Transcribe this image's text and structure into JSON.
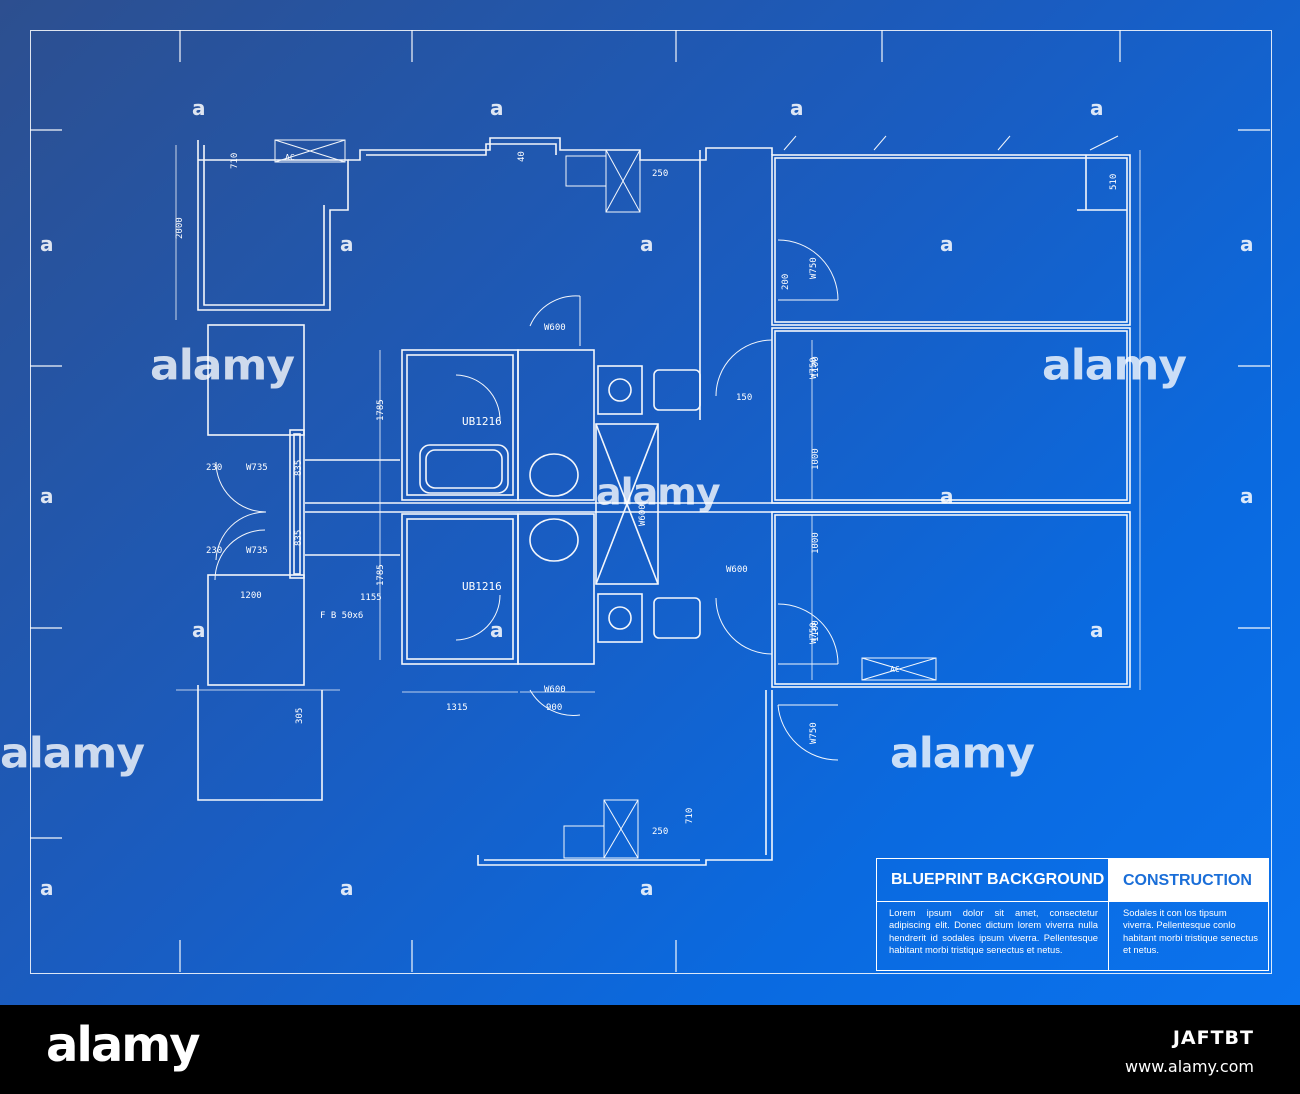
{
  "title_block": {
    "left_title": "BLUEPRINT BACKGROUND",
    "right_title": "CONSTRUCTION",
    "left_body": "Lorem ipsum dolor sit amet, consectetur adipiscing elit. Donec dictum lorem viverra nulla hendrerit id sodales ipsum viverra. Pellentesque habitant morbi tristique senectus et netus.",
    "right_body": "Sodales it con los tipsum viverra. Pellentesque conlo habitant morbi tristique senectus et netus."
  },
  "plan_labels": {
    "unit_a": "UB1216",
    "unit_b": "UB1216",
    "dim_2000": "2000",
    "dim_1785_top": "1785",
    "dim_1785_bottom": "1785",
    "dim_1155": "1155",
    "dim_1315": "1315",
    "dim_1000_a": "1000",
    "dim_1000_b": "1000",
    "dim_1100_a": "1100",
    "dim_1100_b": "1100",
    "dim_835_a": "835",
    "dim_835_b": "835",
    "w735_a": "W735",
    "w735_b": "W735",
    "w750_a": "W750",
    "w750_b": "W750",
    "w750_c": "W750",
    "w750_d": "W750",
    "w600_a": "W600",
    "w600_b": "W600",
    "w600_c": "W600",
    "w600_d": "W600",
    "fb": "F B 50x6",
    "ac_a": "AC",
    "ac_b": "AC",
    "n230_a": "230",
    "n230_b": "230",
    "n1200": "1200",
    "n710_a": "710",
    "n710_b": "710",
    "n510": "510",
    "n250_a": "250",
    "n250_b": "250",
    "n200": "200",
    "n150": "150",
    "n305": "305",
    "n900": "900",
    "n40": "40"
  },
  "watermark": {
    "word": "alamy",
    "footer_word": "alamy",
    "image_id": "JAFTBT",
    "site": "www.alamy.com"
  }
}
